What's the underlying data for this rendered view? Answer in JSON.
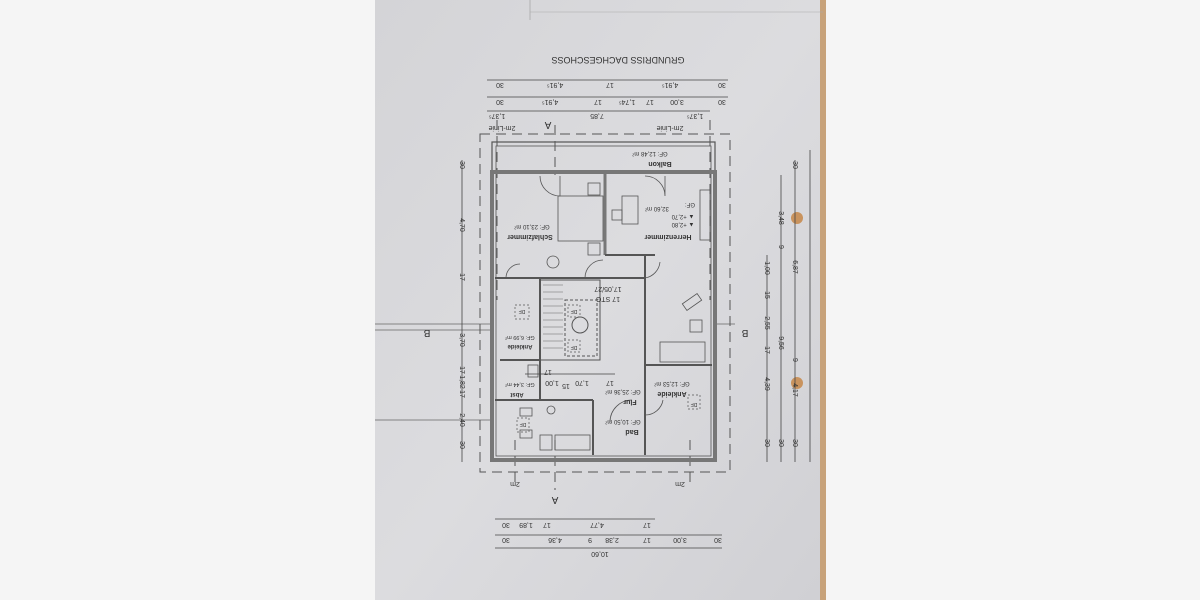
{
  "title": "GRUNDRISS DACHGESCHOSS",
  "colors": {
    "paper": "#d9d9dc",
    "ink": "#555555",
    "wood": "#c7a27a",
    "punch_hole": "#c9935e"
  },
  "orientation": "rotated 180 degrees",
  "markers": {
    "section_a": "A",
    "section_b": "B",
    "line_2m": "2m-Linie",
    "short_2m": "2m"
  },
  "rooms": {
    "balkon": {
      "name": "Balkon",
      "area": "GF: 12,48 m²"
    },
    "herrenzimmer": {
      "name": "Herrenzimmer",
      "area_prefix": "GF:",
      "area": "32,60 m²",
      "level1": "▲ +2,70",
      "level2": "▲ +2,80"
    },
    "schlafzimmer": {
      "name": "Schlafzimmer",
      "area": "GF:  23,10 m²"
    },
    "treppe": {
      "steps": "17 STG",
      "ratio": "17,05/27"
    },
    "ankleide_links": {
      "name": "Ankleide",
      "area": "GF: 6,99 m²"
    },
    "abst": {
      "name": "Abst",
      "area": "GF: 3,44 m²"
    },
    "flur": {
      "name": "Flur",
      "area": "GF: 25,36 m²"
    },
    "bad": {
      "name": "Bad",
      "area": "GF: 10,50 m²"
    },
    "ankleide_rechts": {
      "name": "Ankleide",
      "area": "GF: 12,53 m²"
    },
    "df": "DF"
  },
  "dims": {
    "top_row1": [
      "30",
      "4,91⁵",
      "17",
      "4,91⁵",
      "30"
    ],
    "top_row2": [
      "30",
      "4,91⁵",
      "17",
      "1,74⁵",
      "17",
      "3,00",
      "30"
    ],
    "top_row3": [
      "1,37⁵",
      "7,85",
      "1,37⁵"
    ],
    "inner": [
      "17",
      "1,00",
      "15",
      "1,70",
      "17"
    ],
    "bottom_row1": [
      "30",
      "1,89",
      "17",
      "4,77",
      "17"
    ],
    "bottom_row2": [
      "30",
      "4,36",
      "9",
      "2,38",
      "17",
      "3,00",
      "30"
    ],
    "bottom_row3": [
      "10,60"
    ],
    "left": [
      "30",
      "4,70",
      "17",
      "3,70",
      "17",
      "1,82",
      "17",
      "2,40",
      "30"
    ],
    "right1": [
      "1,00",
      "15",
      "2,55",
      "17",
      "4,39",
      "30"
    ],
    "right2": [
      "3,48",
      "9",
      "9,56",
      "30"
    ],
    "right3": [
      "30",
      "6,87",
      "9",
      "4,17",
      "30"
    ]
  }
}
